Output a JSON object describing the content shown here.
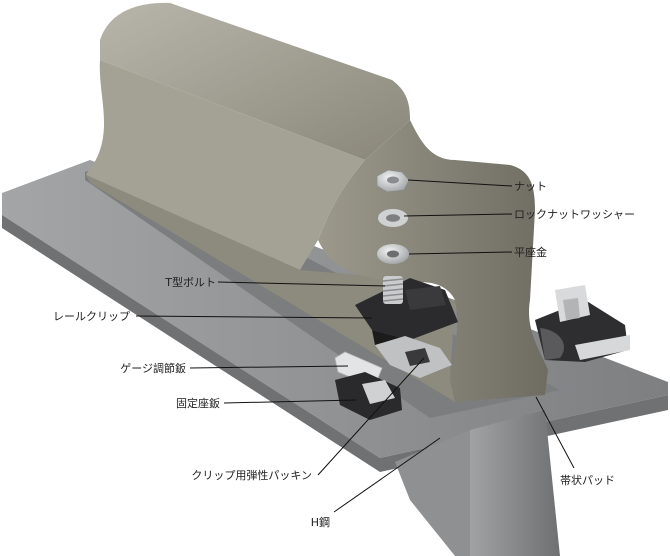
{
  "labels": {
    "nut": "ナット",
    "lock_washer": "ロックナットワッシャー",
    "flat_washer": "平座金",
    "t_bolt": "T型ボルト",
    "rail_clip": "レールクリップ",
    "gauge_plate": "ゲージ調節鈑",
    "fixed_plate": "固定座鈑",
    "clip_pad": "クリップ用弾性パッキン",
    "strip_pad": "帯状パッド",
    "h_steel": "H鋼"
  },
  "colors": {
    "rail": "#8f8b7d",
    "flange": "#8c8e90",
    "clip": "#2b2b2d",
    "metal": "#c9cbcd"
  }
}
